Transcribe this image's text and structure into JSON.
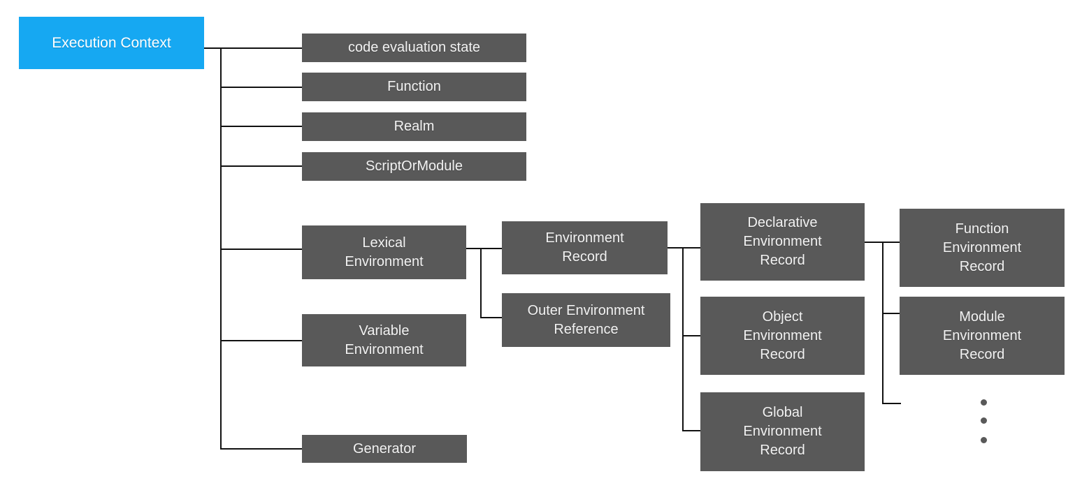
{
  "root": {
    "label": "Execution Context"
  },
  "execution_context_fields": [
    {
      "label": "code evaluation state"
    },
    {
      "label": "Function"
    },
    {
      "label": "Realm"
    },
    {
      "label": "ScriptOrModule"
    },
    {
      "label": "Lexical\nEnvironment"
    },
    {
      "label": "Variable\nEnvironment"
    },
    {
      "label": "Generator"
    }
  ],
  "lexical_environment_children": [
    {
      "label": "Environment\nRecord"
    },
    {
      "label": "Outer Environment\nReference"
    }
  ],
  "environment_record_types": [
    {
      "label": "Declarative\nEnvironment\nRecord"
    },
    {
      "label": "Object\nEnvironment\nRecord"
    },
    {
      "label": "Global\nEnvironment\nRecord"
    }
  ],
  "declarative_environment_record_subtypes": [
    {
      "label": "Function\nEnvironment\nRecord"
    },
    {
      "label": "Module\nEnvironment\nRecord"
    }
  ],
  "colors": {
    "root_bg": "#16a8f2",
    "node_bg": "#595959",
    "node_text": "#f2f2f2",
    "connector": "#111111",
    "background": "#ffffff"
  }
}
